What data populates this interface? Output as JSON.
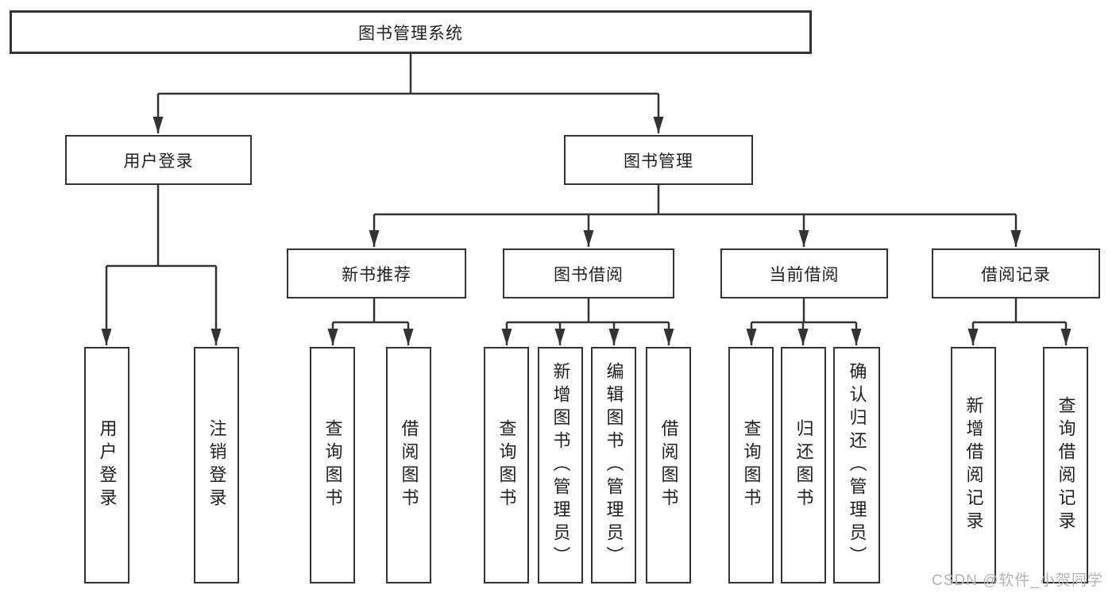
{
  "tree": {
    "label": "图书管理系统",
    "children": [
      {
        "label": "用户登录",
        "children": [
          {
            "label": "用户登录"
          },
          {
            "label": "注销登录"
          }
        ]
      },
      {
        "label": "图书管理",
        "children": [
          {
            "label": "新书推荐",
            "children": [
              {
                "label": "查询图书"
              },
              {
                "label": "借阅图书"
              }
            ]
          },
          {
            "label": "图书借阅",
            "children": [
              {
                "label": "查询图书"
              },
              {
                "label": "新增图书（管理员）"
              },
              {
                "label": "编辑图书（管理员）"
              },
              {
                "label": "借阅图书"
              }
            ]
          },
          {
            "label": "当前借阅",
            "children": [
              {
                "label": "查询图书"
              },
              {
                "label": "归还图书"
              },
              {
                "label": "确认归还（管理员）"
              }
            ]
          },
          {
            "label": "借阅记录",
            "children": [
              {
                "label": "新增借阅记录"
              },
              {
                "label": "查询借阅记录"
              }
            ]
          }
        ]
      }
    ]
  },
  "watermark": {
    "text": "CSDN @软件_小贺同学"
  },
  "colors": {
    "line": "#333333",
    "text": "#1f1f1f",
    "watermark": "#b4b4b8",
    "background": "#ffffff"
  }
}
